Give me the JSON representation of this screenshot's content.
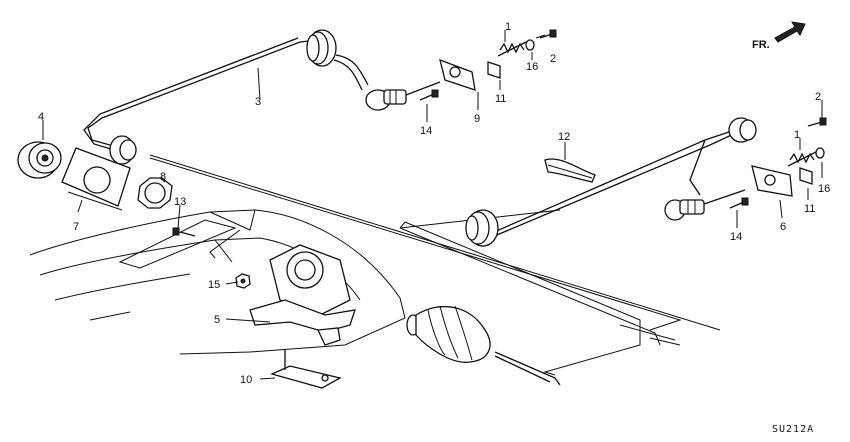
{
  "direction": {
    "label": "FR."
  },
  "diagram_code": "SU212A",
  "callouts": {
    "c1a": "1",
    "c2a": "2",
    "c16a": "16",
    "c3": "3",
    "c11a": "11",
    "c14a": "14",
    "c9": "9",
    "c4": "4",
    "c8": "8",
    "c7": "7",
    "c13": "13",
    "c12": "12",
    "c2b": "2",
    "c1b": "1",
    "c16b": "16",
    "c11b": "11",
    "c6": "6",
    "c14b": "14",
    "c15": "15",
    "c5": "5",
    "c10": "10"
  }
}
